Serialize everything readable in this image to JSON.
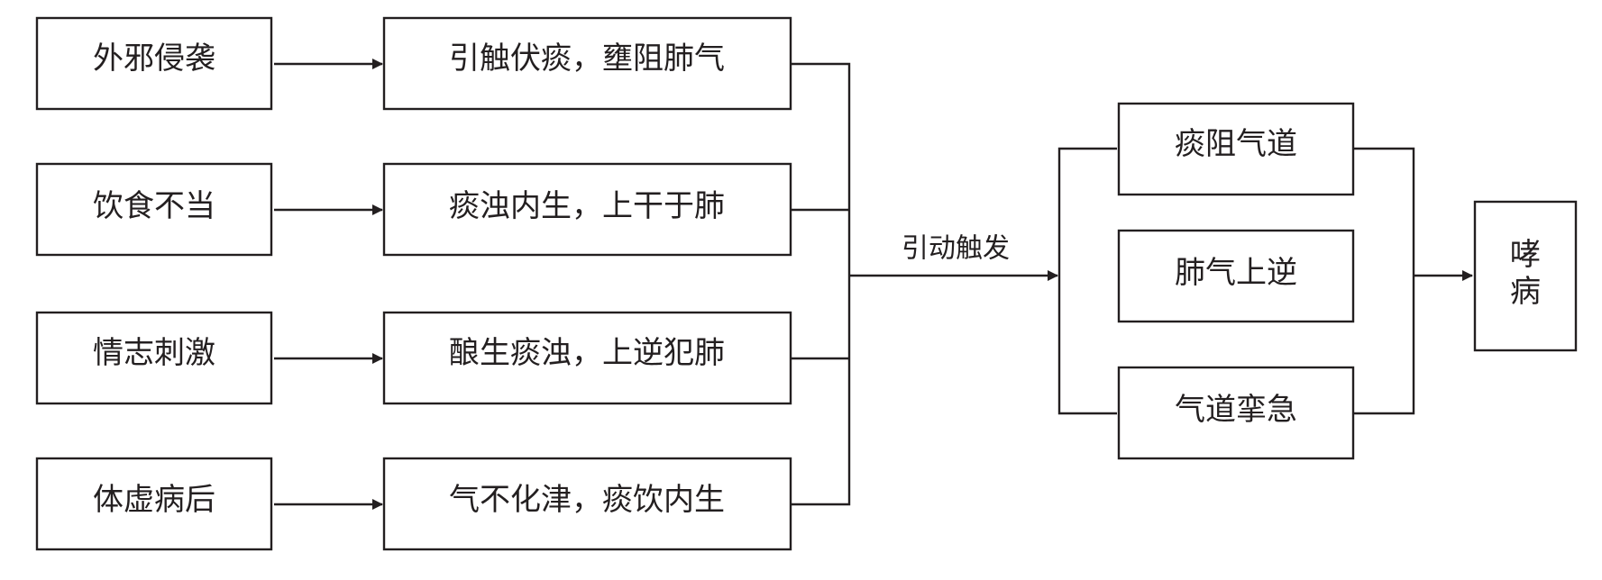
{
  "causes": [
    "外邪侵袭",
    "饮食不当",
    "情志刺激",
    "体虚病后"
  ],
  "mechanisms": [
    "引触伏痰，壅阻肺气",
    "痰浊内生，上干于肺",
    "酿生痰浊，上逆犯肺",
    "气不化津，痰饮内生"
  ],
  "trigger_label": "引动触发",
  "pathology": [
    "痰阻气道",
    "肺气上逆",
    "气道挛急"
  ],
  "outcome": [
    "哮",
    "病"
  ],
  "colors": {
    "line": "#231f20",
    "background": "#ffffff"
  }
}
